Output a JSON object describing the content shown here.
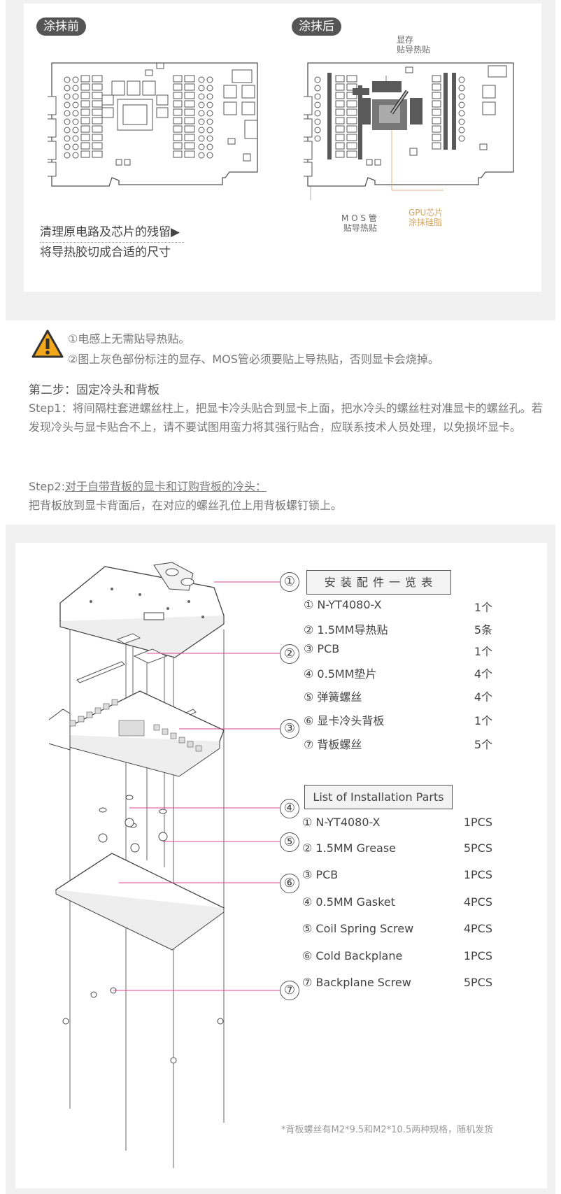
{
  "section1": {
    "before_label": "涂抹前",
    "after_label": "涂抹后",
    "vram_label_line1": "显存",
    "vram_label_line2": "贴导热贴",
    "mos_label_line1": "M O S 管",
    "mos_label_line2": "贴导热贴",
    "gpu_label_line1": "GPU芯片",
    "gpu_label_line2": "涂抹硅脂",
    "instruction_line1": "清理原电路及芯片的残留",
    "instruction_line2": "将导热胶切成合适的尺寸",
    "arrow_glyph": "▶"
  },
  "warning": {
    "icon_glyph": "!",
    "line1": "①电感上无需贴导热贴。",
    "line2": "②图上灰色部份标注的显存、MOS管必须要贴上导热贴，否则显卡会烧掉。"
  },
  "step2": {
    "heading": "第二步：固定冷头和背板",
    "step1_text": "Step1：将间隔柱套进螺丝柱上，把显卡冷头贴合到显卡上面，把水冷头的螺丝柱对准显卡的螺丝孔。若发现冷头与显卡贴合不上，请不要试图用蛮力将其强行贴合，应联系技术人员处理，以免损坏显卡。",
    "step2_prefix": "Step2:",
    "step2_link": "对于自带背板的显卡和订购背板的冷头：",
    "step2_text": "把背板放到显卡背面后，在对应的螺丝孔位上用背板螺钉锁上。"
  },
  "diagram": {
    "callouts": [
      "①",
      "②",
      "③",
      "④",
      "⑤",
      "⑥",
      "⑦"
    ]
  },
  "parts_cn": {
    "title": "安 装 配 件 一 览 表",
    "rows": [
      {
        "name": "① N-YT4080-X",
        "qty": "1个"
      },
      {
        "name": "② 1.5MM导热贴",
        "qty": "5条"
      },
      {
        "name": "③ PCB",
        "qty": "1个"
      },
      {
        "name": "④ 0.5MM垫片",
        "qty": "4个"
      },
      {
        "name": "⑤ 弹簧螺丝",
        "qty": "4个"
      },
      {
        "name": "⑥ 显卡冷头背板",
        "qty": "1个"
      },
      {
        "name": "⑦ 背板螺丝",
        "qty": "5个"
      }
    ]
  },
  "parts_en": {
    "title": "List of Installation Parts",
    "rows": [
      {
        "name": "① N-YT4080-X",
        "qty": "1PCS"
      },
      {
        "name": "② 1.5MM Grease",
        "qty": "5PCS"
      },
      {
        "name": "③ PCB",
        "qty": "1PCS"
      },
      {
        "name": "④ 0.5MM Gasket",
        "qty": "4PCS"
      },
      {
        "name": "⑤ Coil Spring Screw",
        "qty": "4PCS"
      },
      {
        "name": "⑥ Cold Backplane",
        "qty": "1PCS"
      },
      {
        "name": "⑦ Backplane Screw",
        "qty": "5PCS"
      }
    ]
  },
  "footnote": "*背板螺丝有M2*9.5和M2*10.5两种规格，随机发货",
  "colors": {
    "panel": "#f1f1f1",
    "pink_leader": "#e0449a",
    "gpu_leader": "#d7a35a",
    "warning_yellow": "#f3a81c"
  }
}
